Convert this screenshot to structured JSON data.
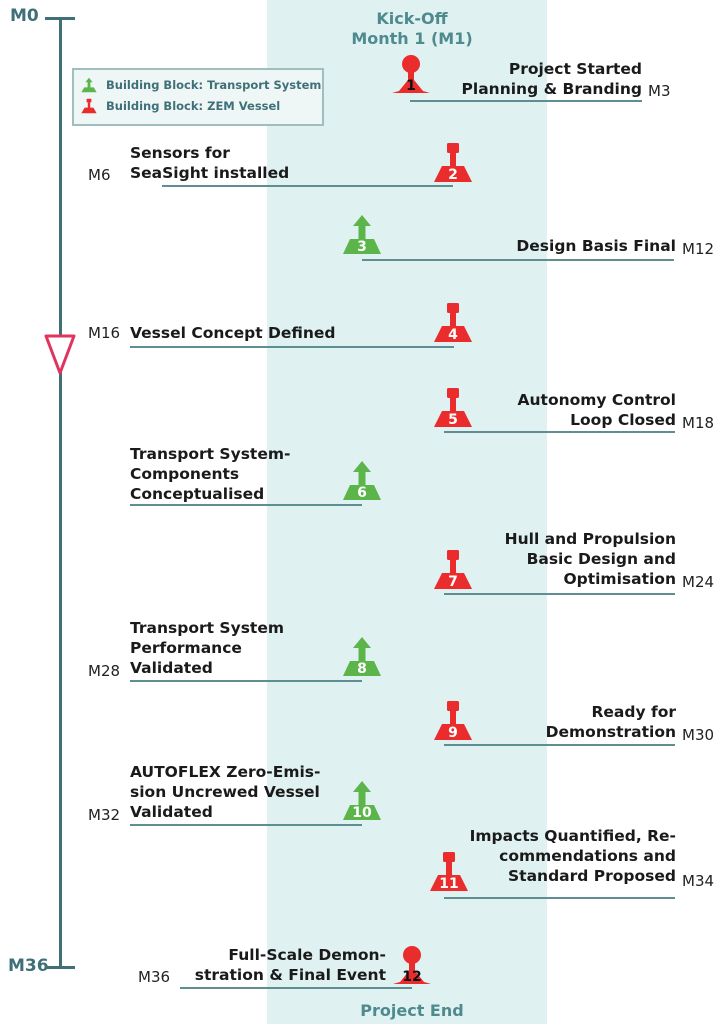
{
  "timeline": {
    "start_label": "M0",
    "end_label": "M36",
    "axis_color": "#3f7078",
    "marker_color": "#e0345e",
    "marker_icon": "triangle-down-icon"
  },
  "phases": {
    "kickoff_line1": "Kick-Off",
    "kickoff_line2": "Month 1 (M1)",
    "end": "Project End",
    "band_color": "#dff1f1"
  },
  "legend": {
    "items": [
      {
        "label": "Building Block: Transport System",
        "icon": "green-buoy-icon",
        "color": "#5cb54a"
      },
      {
        "label": "Building Block: ZEM Vessel",
        "icon": "red-buoy-icon",
        "color": "#ea2c2c"
      }
    ]
  },
  "colors": {
    "transport": "#5cb54a",
    "vessel": "#ea2c2c"
  },
  "milestones": [
    {
      "num": "1",
      "title": [
        "Project Started",
        "Planning & Branding"
      ],
      "month": "M3",
      "block": "kickoff"
    },
    {
      "num": "2",
      "title": [
        "Sensors for",
        "SeaSight installed"
      ],
      "month": "M6",
      "block": "vessel"
    },
    {
      "num": "3",
      "title": [
        "Design Basis Final"
      ],
      "month": "M12",
      "block": "transport"
    },
    {
      "num": "4",
      "title": [
        "Vessel Concept Defined"
      ],
      "month": "M16",
      "block": "vessel"
    },
    {
      "num": "5",
      "title": [
        "Autonomy Control",
        "Loop Closed"
      ],
      "month": "M18",
      "block": "vessel"
    },
    {
      "num": "6",
      "title": [
        "Transport System-",
        "Components",
        "Conceptualised"
      ],
      "month": "",
      "block": "transport"
    },
    {
      "num": "7",
      "title": [
        "Hull and Propulsion",
        "Basic Design and",
        "Optimisation"
      ],
      "month": "M24",
      "block": "vessel"
    },
    {
      "num": "8",
      "title": [
        "Transport System",
        "Performance",
        "Validated"
      ],
      "month": "M28",
      "block": "transport"
    },
    {
      "num": "9",
      "title": [
        "Ready for",
        "Demonstration"
      ],
      "month": "M30",
      "block": "vessel"
    },
    {
      "num": "10",
      "title": [
        "AUTOFLEX Zero-Emis-",
        "sion Uncrewed Vessel",
        "Validated"
      ],
      "month": "M32",
      "block": "transport"
    },
    {
      "num": "11",
      "title": [
        "Impacts Quantified, Re-",
        "commendations and",
        "Standard Proposed"
      ],
      "month": "M34",
      "block": "vessel"
    },
    {
      "num": "12",
      "title": [
        "Full-Scale Demon-",
        "stration & Final Event"
      ],
      "month": "M36",
      "block": "kickoff"
    }
  ]
}
